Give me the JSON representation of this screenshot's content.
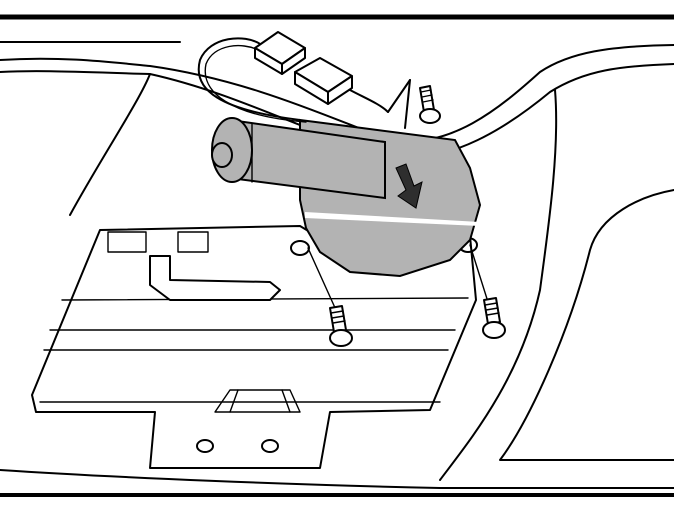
{
  "figure": {
    "colors": {
      "line": "#000000",
      "background": "#ffffff",
      "highlight": "#b3b3b3",
      "arrow": "#2e2e2e"
    },
    "parts": [
      {
        "name": "wiper-motor",
        "state": "highlighted"
      },
      {
        "name": "electrical-connector",
        "state": "disconnected"
      },
      {
        "name": "mounting-screw",
        "count": 3
      },
      {
        "name": "removal-arrow",
        "icon": "arrow-down-icon"
      },
      {
        "name": "tailgate-panel"
      }
    ]
  }
}
